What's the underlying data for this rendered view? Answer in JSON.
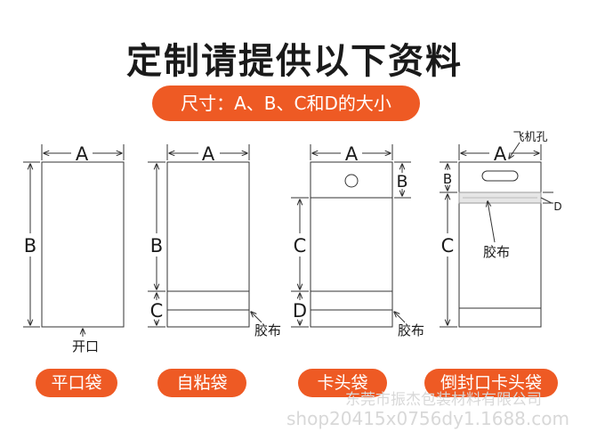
{
  "title": "定制请提供以下资料",
  "subtitle": "尺寸：A、B、C和D的大小",
  "labels": {
    "a": "A",
    "b": "B",
    "c": "C",
    "d": "D",
    "opening": "开口",
    "tape": "胶布",
    "hang_hole": "飞机孔"
  },
  "bag_types": [
    "平口袋",
    "自粘袋",
    "卡头袋",
    "倒封口卡头袋"
  ],
  "watermark": {
    "company": "东莞市振杰包装材料有限公司",
    "shop": "shop20415x0756dy1.1688.com"
  },
  "colors": {
    "accent": "#ee5a24",
    "line": "#333333"
  }
}
